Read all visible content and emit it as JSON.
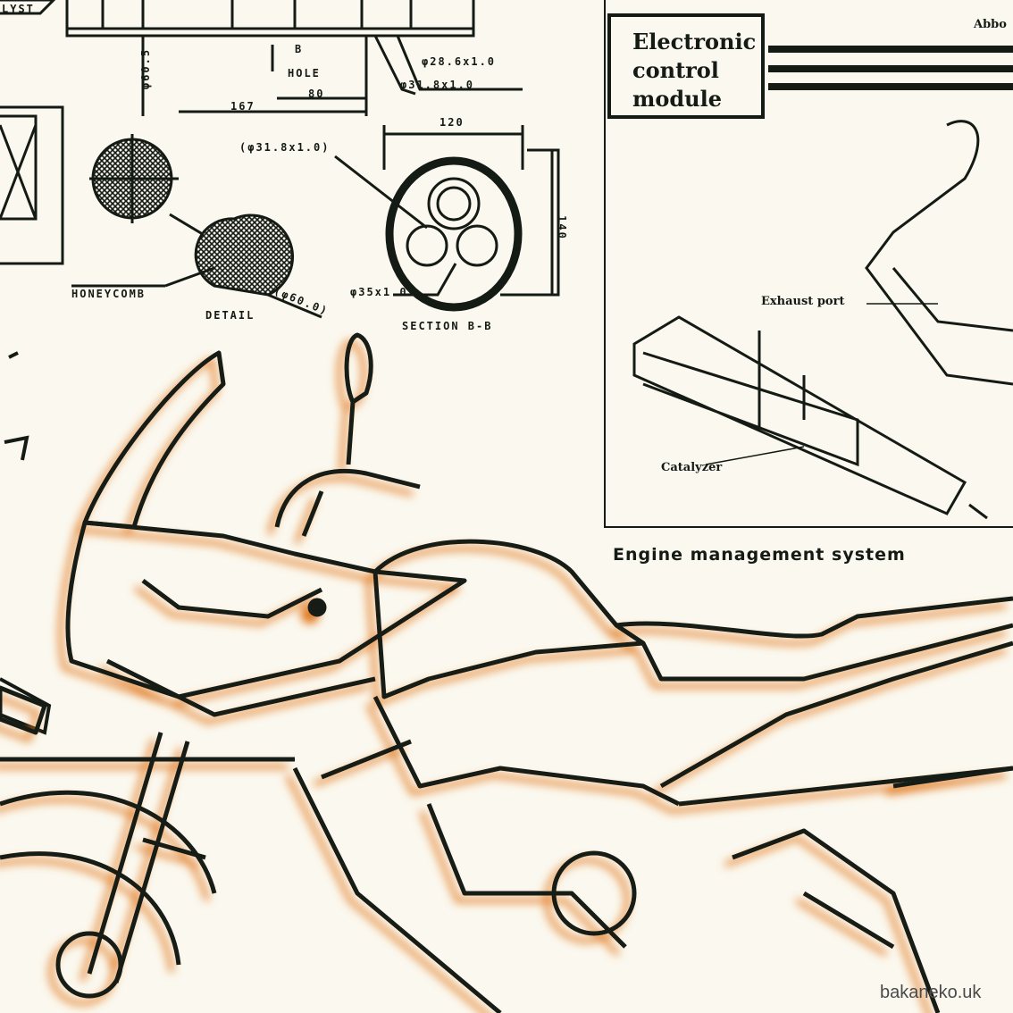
{
  "drawing": {
    "top_labels": {
      "lyst": "LYST",
      "b_hole_b": "B",
      "b_hole": "HOLE",
      "dim_80": "80",
      "dim_167": "167",
      "dim_phi60_5": "φ60.5",
      "pipe_28": "φ28.6x1.0",
      "pipe_31": "φ31.8x1.0"
    },
    "section": {
      "dim_120": "120",
      "dim_140": "140",
      "pipe_31": "(φ31.8x1.0)",
      "pipe_35": "φ35x1.0",
      "detail_60": "(φ60.0)",
      "honeycomb": "HONEYCOMB",
      "detail": "DETAIL",
      "title": "SECTION B-B"
    },
    "engine_panel": {
      "ecm_line1": "Electronic",
      "ecm_line2": "control",
      "ecm_line3": "module",
      "abbo": "Abbo",
      "exhaust_port": "Exhaust port",
      "catalyzer": "Catalyzer",
      "caption": "Engine management system"
    },
    "watermark": "bakaneko.uk"
  },
  "colors": {
    "ink": "#141a14",
    "shadow": "#e0781e",
    "paper": "#fbf8ef"
  }
}
